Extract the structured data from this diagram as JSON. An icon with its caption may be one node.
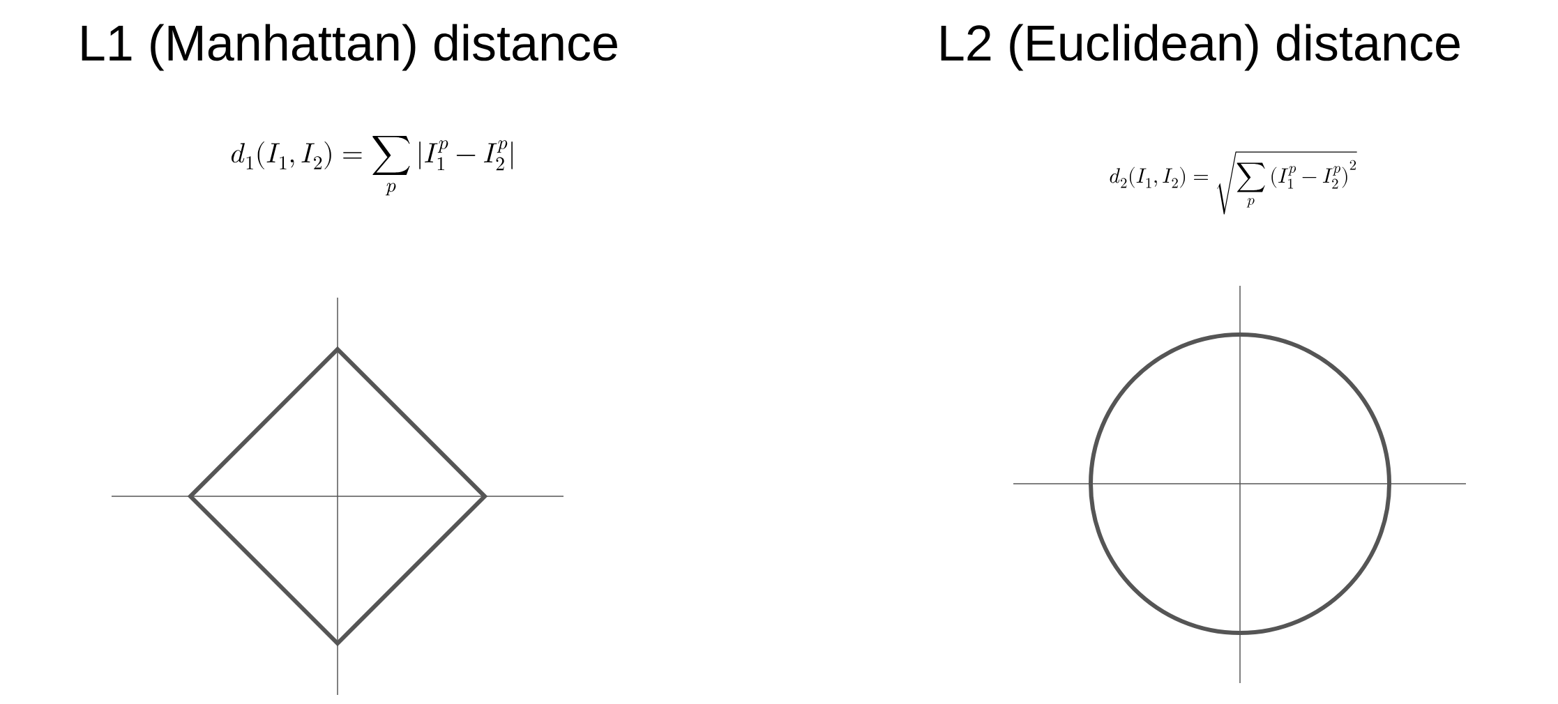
{
  "diagram": {
    "labels": [
      "L1 (Manhattan) distance",
      "d_1(I_1, I_2) = \\sum_p \\left| I_1^p - I_2^p \\right|",
      "L2 (Euclidean) distance",
      "d_2(I_1, I_2) = \\sqrt{\\sum_p \\left( I_1^p - I_2^p \\right)^2}"
    ]
  }
}
